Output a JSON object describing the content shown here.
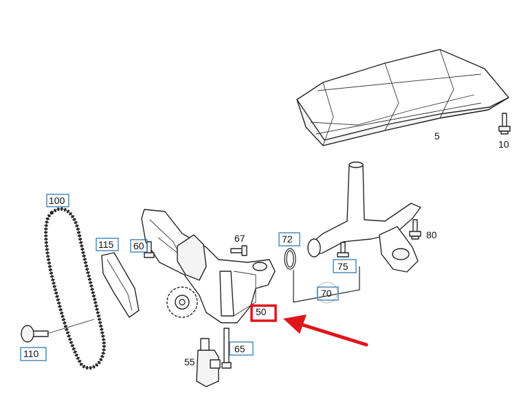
{
  "callouts": {
    "p5": "5",
    "p10": "10",
    "p50": "50",
    "p55": "55",
    "p60": "60",
    "p65": "65",
    "p67": "67",
    "p70": "70",
    "p72": "72",
    "p75": "75",
    "p80": "80",
    "p100": "100",
    "p110": "110",
    "p115": "115"
  },
  "colors": {
    "highlight": "#e0151b",
    "arrow": "#e0151b",
    "label_box": "#1f6fa8",
    "line": "#222222"
  },
  "highlighted_part": "50"
}
